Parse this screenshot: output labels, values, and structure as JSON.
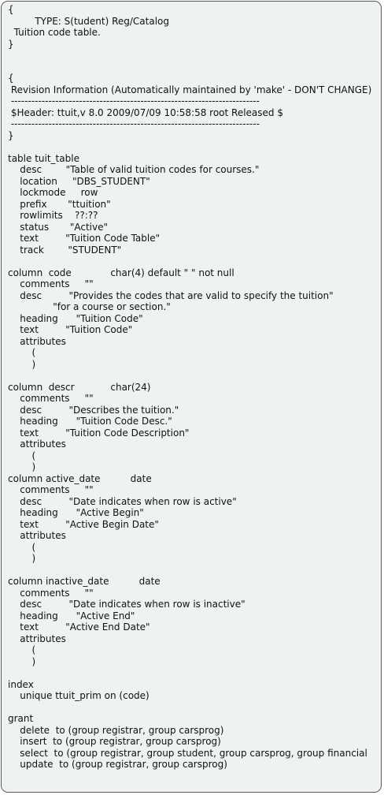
{
  "document": {
    "lines": [
      "{",
      "         TYPE: S(tudent) Reg/Catalog",
      "  Tuition code table.",
      "}",
      "",
      "",
      "{",
      " Revision Information (Automatically maintained by 'make' - DON'T CHANGE)",
      " -------------------------------------------------------------------------",
      " $Header: ttuit,v 8.0 2009/07/09 10:58:58 root Released $",
      " -------------------------------------------------------------------------",
      "}",
      "",
      "table tuit_table",
      "    desc        \"Table of valid tuition codes for courses.\"",
      "    location     \"DBS_STUDENT\"",
      "    lockmode     row",
      "    prefix       \"ttuition\"",
      "    rowlimits    ??:??",
      "    status       \"Active\"",
      "    text         \"Tuition Code Table\"",
      "    track        \"STUDENT\"",
      "",
      "column  code             char(4) default \" \" not null",
      "    comments     \"\"",
      "    desc         \"Provides the codes that are valid to specify the tuition\"",
      "               \"for a course or section.\"",
      "    heading      \"Tuition Code\"",
      "    text         \"Tuition Code\"",
      "    attributes",
      "        (",
      "        )",
      "",
      "column  descr            char(24)",
      "    comments     \"\"",
      "    desc         \"Describes the tuition.\"",
      "    heading      \"Tuition Code Desc.\"",
      "    text         \"Tuition Code Description\"",
      "    attributes",
      "        (",
      "        )",
      "column active_date          date",
      "    comments     \"\"",
      "    desc         \"Date indicates when row is active\"",
      "    heading      \"Active Begin\"",
      "    text         \"Active Begin Date\"",
      "    attributes",
      "        (",
      "        )",
      "",
      "column inactive_date          date",
      "    comments     \"\"",
      "    desc         \"Date indicates when row is inactive\"",
      "    heading      \"Active End\"",
      "    text         \"Active End Date\"",
      "    attributes",
      "        (",
      "        )",
      "",
      "index",
      "    unique ttuit_prim on (code)",
      "",
      "grant",
      "    delete  to (group registrar, group carsprog)",
      "    insert  to (group registrar, group carsprog)",
      "    select  to (group registrar, group student, group carsprog, group financial",
      "    update  to (group registrar, group carsprog)"
    ]
  }
}
